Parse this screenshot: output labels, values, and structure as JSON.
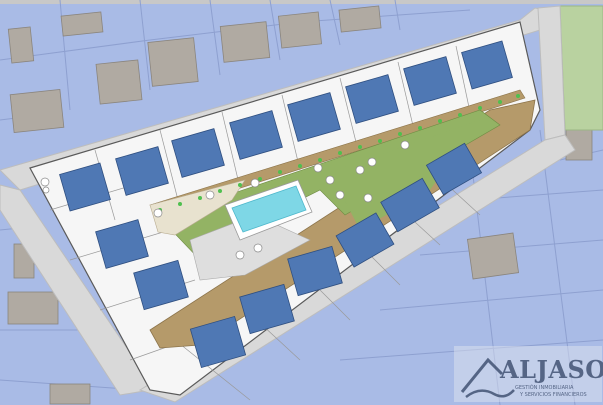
{
  "image": {
    "kind": "site-plan",
    "description_colors": {
      "parcel": "#a9bbe6",
      "parcel_line": "#7f93c7",
      "road": "#d7d7d7",
      "lot": "#f7f7f7",
      "roof": "#4f78b4",
      "path": "#b59a6a",
      "garden": "#8fb05f",
      "pool": "#7ed7e6",
      "green_field": "#b9d2a0"
    }
  },
  "watermark": {
    "brand": "ALJASOL",
    "tagline_1": "GESTIÓN INMOBILIARIA",
    "tagline_2": "Y SERVICIOS FINANCIEROS",
    "logo_icon": "house-wave-icon"
  }
}
